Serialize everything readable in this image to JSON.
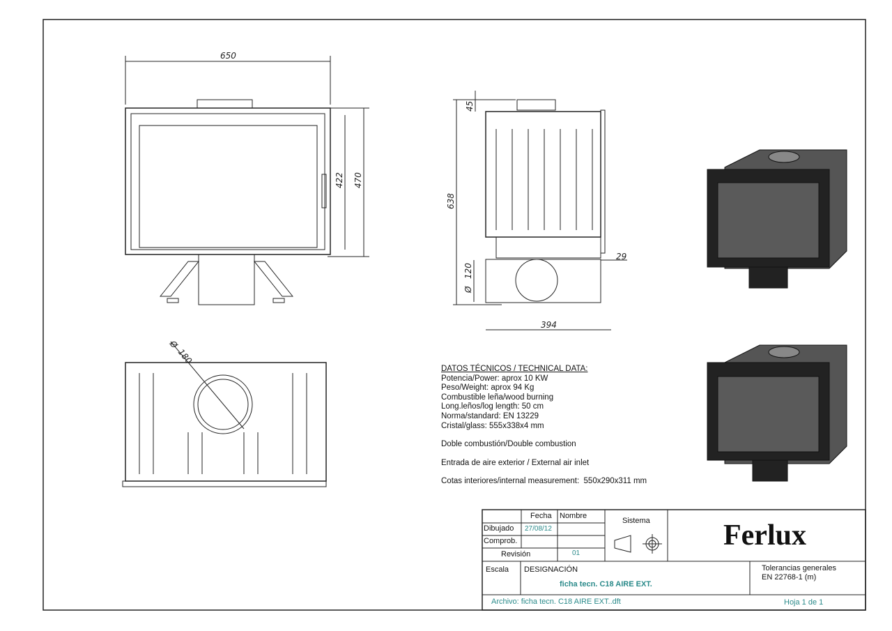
{
  "dimensions": {
    "front_width": "650",
    "front_inner_height": "422",
    "front_height": "470",
    "side_top": "45",
    "side_height": "638",
    "side_inlet": "120",
    "side_offset": "29",
    "side_depth": "394",
    "top_diameter": "180",
    "diameter_symbol": "Ø"
  },
  "technical_data": {
    "heading": "DATOS TÉCNICOS / TECHNICAL DATA:",
    "lines": [
      "Potencia/Power: aprox 10 KW",
      "Peso/Weight: aprox 94 Kg",
      "Combustible leña/wood burning",
      "Long.leños/log length: 50 cm",
      "Norma/standard: EN 13229",
      "Cristal/glass: 555x338x4 mm"
    ],
    "double_combustion": "Doble combustión/Double combustion",
    "air_inlet": "Entrada de aire exterior / External air inlet",
    "internal": "Cotas interiores/internal measurement:  550x290x311 mm"
  },
  "title_block": {
    "fecha": "Fecha",
    "nombre": "Nombre",
    "dibujado": "Dibujado",
    "date": "27/08/12",
    "comprob": "Comprob.",
    "revision": "Revisión",
    "revision_value": "01",
    "sistema": "Sistema",
    "logo": "Ferlux",
    "escala": "Escala",
    "designacion": "DESIGNACIÓN",
    "designation_value": "ficha tecn. C18 AIRE EXT.",
    "tolerancias": "Tolerancias generales",
    "tolerancias_std": "EN 22768-1 (m)",
    "archivo": "Archivo: ficha tecn. C18 AIRE EXT..dft",
    "hoja": "Hoja 1 de 1"
  },
  "colors": {
    "teal": "#2a8a8a"
  }
}
